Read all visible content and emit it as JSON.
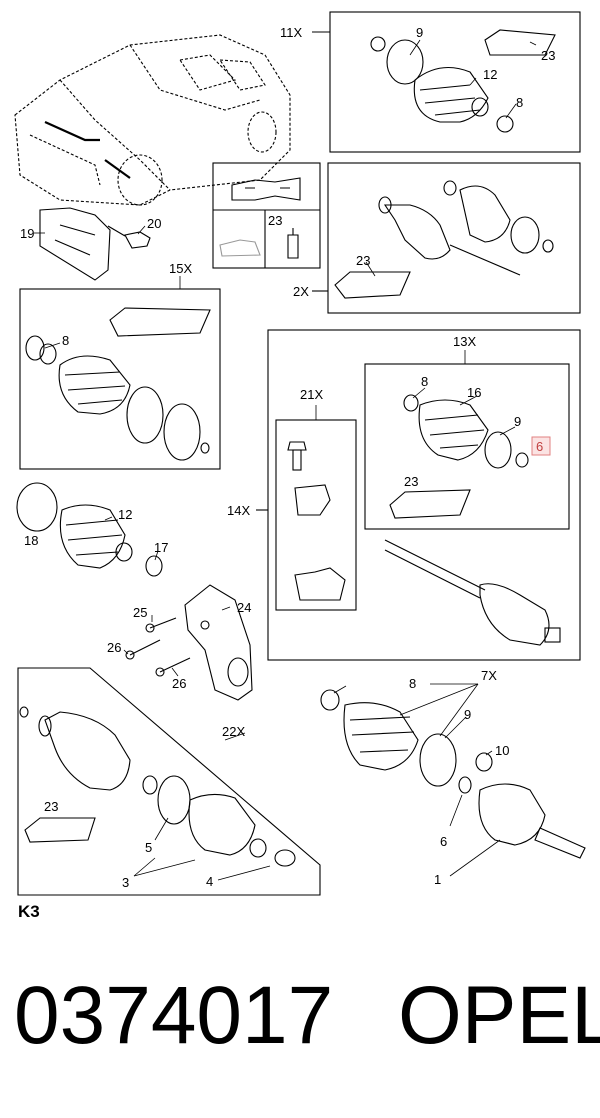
{
  "callouts": {
    "c_11x": "11X",
    "c_9a": "9",
    "c_23a": "23",
    "c_12a": "12",
    "c_8a": "8",
    "c_19": "19",
    "c_20": "20",
    "c_23b": "23",
    "c_23c": "23",
    "c_2x": "2X",
    "c_15x": "15X",
    "c_8b": "8",
    "c_13x": "13X",
    "c_8c": "8",
    "c_16": "16",
    "c_9b": "9",
    "c_6a": "6",
    "c_23d": "23",
    "c_21x": "21X",
    "c_14x": "14X",
    "c_12b": "12",
    "c_18": "18",
    "c_17": "17",
    "c_25": "25",
    "c_24": "24",
    "c_26a": "26",
    "c_26b": "26",
    "c_22x": "22X",
    "c_23e": "23",
    "c_5": "5",
    "c_3": "3",
    "c_4": "4",
    "c_8d": "8",
    "c_7x": "7X",
    "c_9c": "9",
    "c_10": "10",
    "c_6b": "6",
    "c_1": "1"
  },
  "highlighted_callout": "c_6a",
  "highlight_color": "#fbe3e3",
  "page_code": "K3",
  "footer": {
    "part_number": "0374017",
    "brand": "OPEL"
  }
}
